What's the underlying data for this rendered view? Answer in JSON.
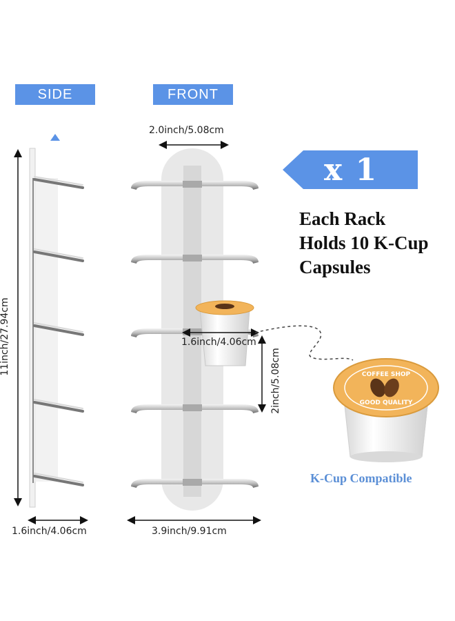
{
  "labels": {
    "side": "SIDE",
    "front": "FRONT"
  },
  "dimensions": {
    "top_width": "2.0inch/5.08cm",
    "height": "11inch/27.94cm",
    "cup_width": "1.6inch/4.06cm",
    "spacing": "2inch/5.08cm",
    "side_depth": "1.6inch/4.06cm",
    "base_width": "3.9inch/9.91cm"
  },
  "quantity": "x 1",
  "headline": [
    "Each Rack",
    "Holds 10 K-Cup",
    "Capsules"
  ],
  "compatibility": "K-Cup Compatible",
  "cup_lid_text": {
    "top": "COFFEE SHOP",
    "bottom": "GOOD QUALITY"
  },
  "colors": {
    "accent_blue": "#5b93e6",
    "lid_orange": "#f2b45a",
    "compat_text": "#5b8fd6"
  }
}
